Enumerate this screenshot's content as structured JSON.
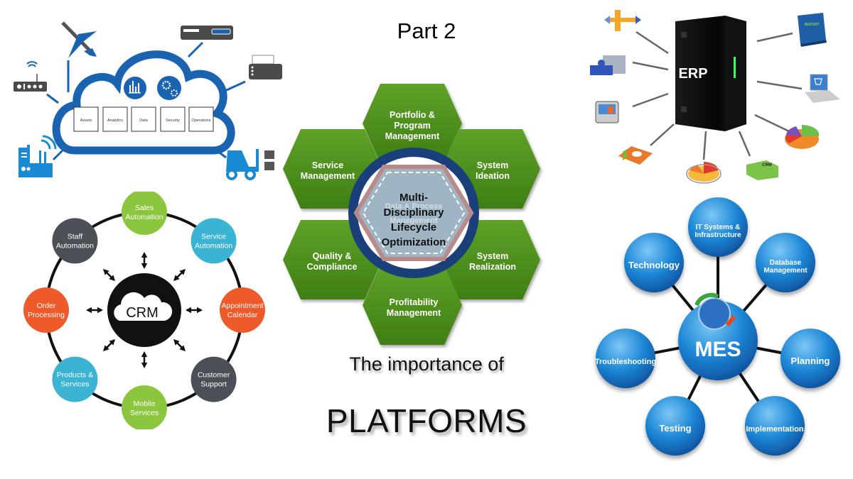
{
  "slide": {
    "part_label": "Part 2",
    "subtitle": "The importance of",
    "title": "PLATFORMS"
  },
  "colors": {
    "iot_blue": "#1a63b0",
    "hex_green": "#4f8f1c",
    "ring_navy": "#1b3f7a",
    "crm_green": "#8cc63f",
    "crm_teal": "#3bb3d3",
    "crm_orange": "#ef5a2a",
    "crm_gray": "#4d4f57",
    "mes_blue": "#1c86d6"
  },
  "iot_cloud": {
    "modules": [
      "Assets",
      "Analytics",
      "Data",
      "Security",
      "Operations"
    ],
    "devices": [
      "router-icon",
      "airplane-icon",
      "server-icon",
      "printer-icon",
      "factory-icon",
      "forklift-icon"
    ]
  },
  "lifecycle": {
    "center": [
      "Multi-",
      "Disciplinary",
      "Lifecycle",
      "Optimization"
    ],
    "center_faint": [
      "Data & Process",
      "Management"
    ],
    "segments": [
      {
        "lines": [
          "Portfolio &",
          "Program",
          "Management"
        ]
      },
      {
        "lines": [
          "System",
          "Ideation"
        ]
      },
      {
        "lines": [
          "System",
          "Realization"
        ]
      },
      {
        "lines": [
          "Profitability",
          "Management"
        ]
      },
      {
        "lines": [
          "Quality &",
          "Compliance"
        ]
      },
      {
        "lines": [
          "Service",
          "Management"
        ]
      }
    ]
  },
  "erp": {
    "label": "ERP",
    "report_label": "REPORT",
    "crm_label": "CRM",
    "nodes": [
      "tools-icon",
      "puzzle-icon",
      "monitor-icon",
      "report-book-icon",
      "laptop-cart-icon",
      "pie-chart-icon",
      "crm-block-icon",
      "cycle-chart-icon",
      "donut-block-icon"
    ]
  },
  "crm": {
    "center": "CRM",
    "nodes": [
      {
        "lines": [
          "Sales",
          "Automation"
        ],
        "color": "#8cc63f"
      },
      {
        "lines": [
          "Service",
          "Automation"
        ],
        "color": "#3bb3d3"
      },
      {
        "lines": [
          "Appointment",
          "Calendar"
        ],
        "color": "#ef5a2a"
      },
      {
        "lines": [
          "Customer",
          "Support"
        ],
        "color": "#4d4f57"
      },
      {
        "lines": [
          "Mobile",
          "Services"
        ],
        "color": "#8cc63f"
      },
      {
        "lines": [
          "Products &",
          "Services"
        ],
        "color": "#3bb3d3"
      },
      {
        "lines": [
          "Order",
          "Processing"
        ],
        "color": "#ef5a2a"
      },
      {
        "lines": [
          "Staff",
          "Automation"
        ],
        "color": "#4d4f57"
      }
    ]
  },
  "mes": {
    "center": "MES",
    "nodes": [
      {
        "lines": [
          "IT Systems &",
          "Infrastructure"
        ]
      },
      {
        "lines": [
          "Database",
          "Management"
        ]
      },
      {
        "lines": [
          "Planning"
        ]
      },
      {
        "lines": [
          "Implementation"
        ]
      },
      {
        "lines": [
          "Testing"
        ]
      },
      {
        "lines": [
          "Troubleshooting"
        ]
      },
      {
        "lines": [
          "Technology"
        ]
      }
    ]
  }
}
